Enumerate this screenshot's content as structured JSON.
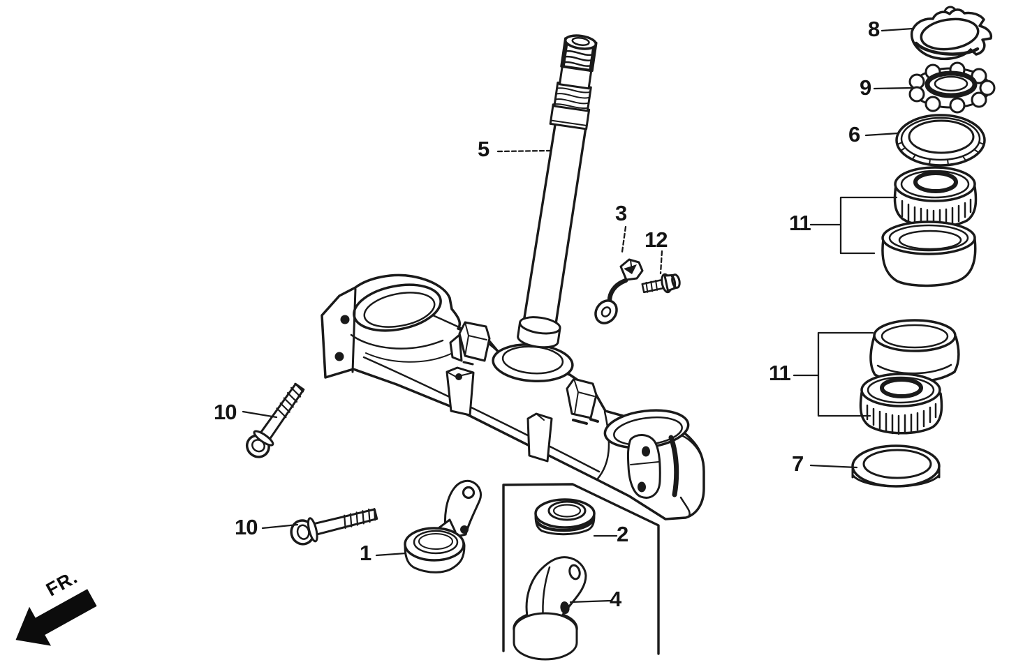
{
  "figure": {
    "kind": "exploded-parts-line-drawing",
    "background_color": "#ffffff",
    "ink_color": "#1a1a1a",
    "direction_marker": {
      "text": "FR."
    },
    "callouts": {
      "c1": {
        "text": "1"
      },
      "c2": {
        "text": "2"
      },
      "c3": {
        "text": "3"
      },
      "c4": {
        "text": "4"
      },
      "c5": {
        "text": "5"
      },
      "c6": {
        "text": "6"
      },
      "c7": {
        "text": "7"
      },
      "c8": {
        "text": "8"
      },
      "c9": {
        "text": "9"
      },
      "c10a": {
        "text": "10"
      },
      "c10b": {
        "text": "10"
      },
      "c11a": {
        "text": "11"
      },
      "c11b": {
        "text": "11"
      },
      "c12": {
        "text": "12"
      }
    },
    "parts_semantic_names": {
      "1": "stem-collar-with-lever",
      "2": "rubber-grommet",
      "3": "cable-guide-hook",
      "4": "stopper-bracket",
      "5": "steering-stem-with-lower-bridge",
      "6": "steering-top-thread-race",
      "7": "lower-dust-seal",
      "8": "tabbed-lock-washer",
      "9": "steering-adjusting-nut",
      "10": "pinch-bolt",
      "11": "tapered-roller-bearing-with-race",
      "12": "flange-bolt"
    }
  }
}
